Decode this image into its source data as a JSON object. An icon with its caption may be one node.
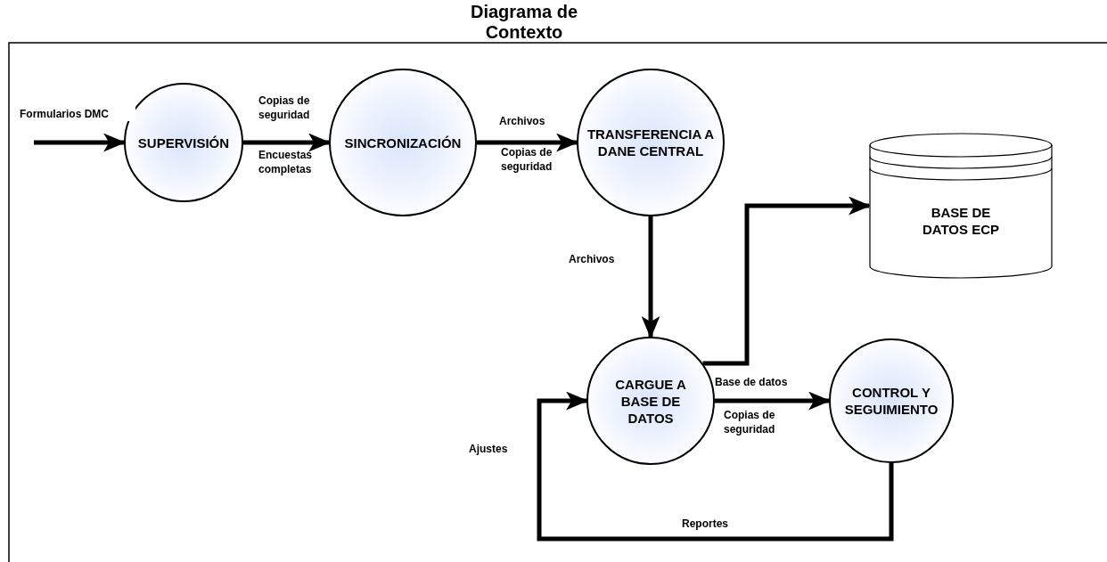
{
  "diagram": {
    "title": "Diagrama de Contexto",
    "nodes": [
      {
        "text": [
          "SUPERVISIÓN"
        ]
      },
      {
        "text": [
          "SINCRONIZACIÓN"
        ]
      },
      {
        "text": [
          "TRANSFERENCIA A DANE CENTRAL"
        ]
      },
      {
        "text": [
          "BASE DE DATOS ECP"
        ]
      },
      {
        "text": [
          "CARGUE A BASE DE DATOS"
        ]
      },
      {
        "text": [
          "CONTROL Y SEGUIMIENTO"
        ]
      }
    ],
    "edges": [
      {
        "from": null,
        "to": 0,
        "arrow": "to",
        "label": "Formularios DMC"
      },
      {
        "from": 0,
        "to": 1,
        "arrow": "to",
        "label": "Copias de seguridad"
      },
      {
        "from": 1,
        "to": 2,
        "arrow": "to",
        "label": "Archivos"
      },
      {
        "from": 2,
        "to": 4,
        "arrow": "to",
        "label": "Archivos"
      },
      {
        "from": 4,
        "to": 3,
        "arrow": "to"
      },
      {
        "from": 4,
        "to": 5,
        "arrow": "to",
        "label": "Base de datos"
      },
      {
        "from": 5,
        "to": 4,
        "arrow": "to",
        "label": "Reportes"
      }
    ],
    "labels": [
      "Encuestas completas",
      "Copias de seguridad",
      "Copias de seguridad",
      "Ajustes"
    ]
  }
}
